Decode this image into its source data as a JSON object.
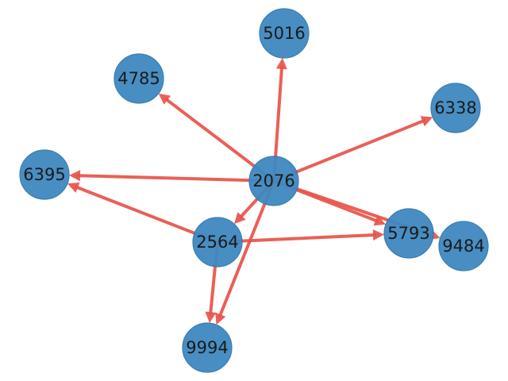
{
  "graph": {
    "directed": true,
    "node_color": "#3f89c0",
    "edge_color": "#e8534a",
    "nodes": [
      {
        "id": "2076"
      },
      {
        "id": "5016"
      },
      {
        "id": "4785"
      },
      {
        "id": "6338"
      },
      {
        "id": "6395"
      },
      {
        "id": "2564"
      },
      {
        "id": "5793"
      },
      {
        "id": "9484"
      },
      {
        "id": "9994"
      }
    ],
    "edges": [
      {
        "source": "2076",
        "target": "5016"
      },
      {
        "source": "2076",
        "target": "4785"
      },
      {
        "source": "2076",
        "target": "6338"
      },
      {
        "source": "2076",
        "target": "6395"
      },
      {
        "source": "2076",
        "target": "2564"
      },
      {
        "source": "2076",
        "target": "5793"
      },
      {
        "source": "2076",
        "target": "9484"
      },
      {
        "source": "2076",
        "target": "9994"
      },
      {
        "source": "2564",
        "target": "6395"
      },
      {
        "source": "2564",
        "target": "5793"
      },
      {
        "source": "2564",
        "target": "9994"
      }
    ]
  }
}
